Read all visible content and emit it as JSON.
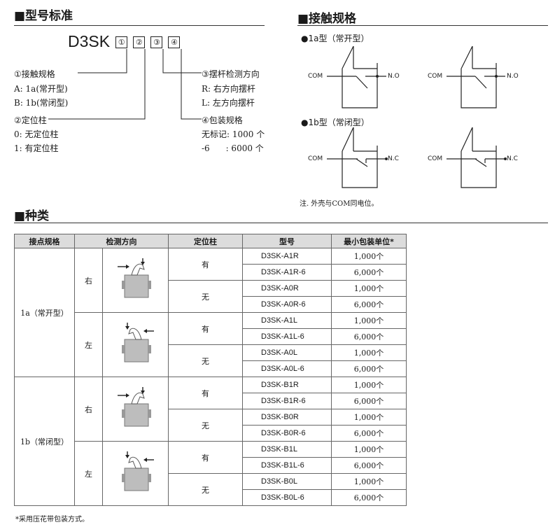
{
  "model_section": {
    "title": "■型号标准",
    "model_prefix": "D3SK",
    "boxes": [
      "①",
      "②",
      "③",
      "④"
    ],
    "contact": {
      "heading": "①接触规格",
      "a": "A:  1a(常开型)",
      "b": "B:  1b(常闭型)"
    },
    "pin": {
      "heading": "②定位柱",
      "a": "0:  无定位柱",
      "b": "1:  有定位柱"
    },
    "direction": {
      "heading": "③摆杆检测方向",
      "a": "R:  右方向摆杆",
      "b": "L:  左方向摆杆"
    },
    "package": {
      "heading": "④包装规格",
      "a": "无标记: 1000 个",
      "b": "-6      : 6000 个"
    }
  },
  "contact_section": {
    "title": "■接触规格",
    "type_1a": "●1a型（常开型）",
    "type_1b": "●1b型（常闭型）",
    "com": "COM",
    "no": "N.O",
    "nc": "N.C",
    "note": "注. 外壳与COM同电位。"
  },
  "kinds_section": {
    "title": "■种类",
    "headers": [
      "接点规格",
      "检测方向",
      "定位柱",
      "型号",
      "最小包装单位*"
    ],
    "groups": [
      {
        "spec": "1a（常开型）",
        "dirs": [
          {
            "dir": "右",
            "pins": [
              {
                "pin": "有",
                "models": [
                  [
                    "D3SK-A1R",
                    "1,000个"
                  ],
                  [
                    "D3SK-A1R-6",
                    "6,000个"
                  ]
                ]
              },
              {
                "pin": "无",
                "models": [
                  [
                    "D3SK-A0R",
                    "1,000个"
                  ],
                  [
                    "D3SK-A0R-6",
                    "6,000个"
                  ]
                ]
              }
            ]
          },
          {
            "dir": "左",
            "pins": [
              {
                "pin": "有",
                "models": [
                  [
                    "D3SK-A1L",
                    "1,000个"
                  ],
                  [
                    "D3SK-A1L-6",
                    "6,000个"
                  ]
                ]
              },
              {
                "pin": "无",
                "models": [
                  [
                    "D3SK-A0L",
                    "1,000个"
                  ],
                  [
                    "D3SK-A0L-6",
                    "6,000个"
                  ]
                ]
              }
            ]
          }
        ]
      },
      {
        "spec": "1b（常闭型）",
        "dirs": [
          {
            "dir": "右",
            "pins": [
              {
                "pin": "有",
                "models": [
                  [
                    "D3SK-B1R",
                    "1,000个"
                  ],
                  [
                    "D3SK-B1R-6",
                    "6,000个"
                  ]
                ]
              },
              {
                "pin": "无",
                "models": [
                  [
                    "D3SK-B0R",
                    "1,000个"
                  ],
                  [
                    "D3SK-B0R-6",
                    "6,000个"
                  ]
                ]
              }
            ]
          },
          {
            "dir": "左",
            "pins": [
              {
                "pin": "有",
                "models": [
                  [
                    "D3SK-B1L",
                    "1,000个"
                  ],
                  [
                    "D3SK-B1L-6",
                    "6,000个"
                  ]
                ]
              },
              {
                "pin": "无",
                "models": [
                  [
                    "D3SK-B0L",
                    "1,000个"
                  ],
                  [
                    "D3SK-B0L-6",
                    "6,000个"
                  ]
                ]
              }
            ]
          }
        ]
      }
    ],
    "footnote": "*采用压花带包装方式。"
  }
}
